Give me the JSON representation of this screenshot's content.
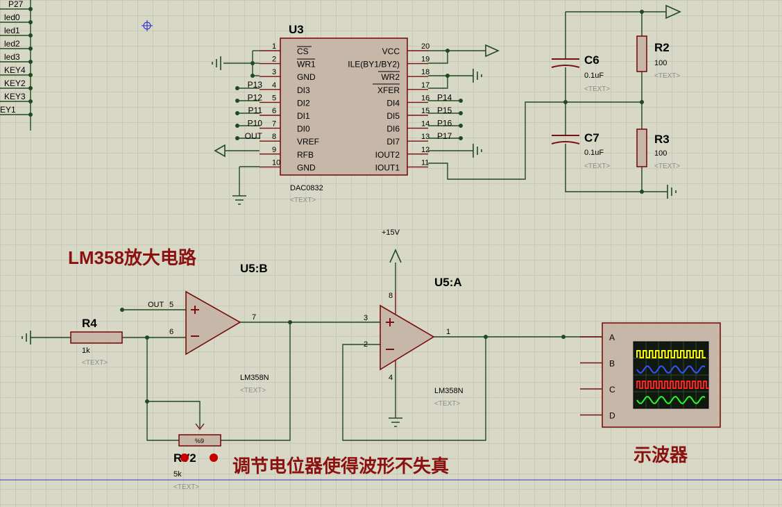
{
  "nets_left": [
    "P27",
    "led0",
    "led1",
    "led2",
    "led3",
    "KEY4",
    "KEY2",
    "KEY3",
    "EY1"
  ],
  "dac": {
    "ref": "U3",
    "part": "DAC0832",
    "text": "<TEXT>",
    "left_pins": [
      {
        "num": "1",
        "name": "CS"
      },
      {
        "num": "2",
        "name": "WR1"
      },
      {
        "num": "3",
        "name": "GND"
      },
      {
        "num": "4",
        "name": "DI3",
        "net": "P13"
      },
      {
        "num": "5",
        "name": "DI2",
        "net": "P12"
      },
      {
        "num": "6",
        "name": "DI1",
        "net": "P11"
      },
      {
        "num": "7",
        "name": "DI0",
        "net": "P10"
      },
      {
        "num": "8",
        "name": "VREF",
        "net": "OUT"
      },
      {
        "num": "9",
        "name": "RFB"
      },
      {
        "num": "10",
        "name": "GND"
      }
    ],
    "right_pins": [
      {
        "num": "20",
        "name": "VCC"
      },
      {
        "num": "19",
        "name": "ILE(BY1/BY2)"
      },
      {
        "num": "18",
        "name": "WR2"
      },
      {
        "num": "17",
        "name": "XFER"
      },
      {
        "num": "16",
        "name": "DI4",
        "net": "P14"
      },
      {
        "num": "15",
        "name": "DI5",
        "net": "P15"
      },
      {
        "num": "14",
        "name": "DI6",
        "net": "P16"
      },
      {
        "num": "13",
        "name": "DI7",
        "net": "P17"
      },
      {
        "num": "12",
        "name": "IOUT2"
      },
      {
        "num": "11",
        "name": "IOUT1"
      }
    ]
  },
  "filter": {
    "c6": {
      "ref": "C6",
      "value": "0.1uF",
      "text": "<TEXT>"
    },
    "c7": {
      "ref": "C7",
      "value": "0.1uF",
      "text": "<TEXT>"
    },
    "r2": {
      "ref": "R2",
      "value": "100",
      "text": "<TEXT>"
    },
    "r3": {
      "ref": "R3",
      "value": "100",
      "text": "<TEXT>"
    }
  },
  "amp": {
    "title": "LM358放大电路",
    "u5b": {
      "ref": "U5:B",
      "part": "LM358N",
      "text": "<TEXT>",
      "pin_plus": "5",
      "pin_minus": "6",
      "pin_out": "7",
      "net_in": "OUT"
    },
    "u5a": {
      "ref": "U5:A",
      "part": "LM358N",
      "text": "<TEXT>",
      "pin_plus": "3",
      "pin_minus": "2",
      "pin_out": "1",
      "pin_vcc": "8",
      "pin_gnd": "4"
    },
    "supply": "+15V",
    "r4": {
      "ref": "R4",
      "value": "1k",
      "text": "<TEXT>"
    },
    "rv2": {
      "ref": "RV2",
      "value": "5k",
      "text": "<TEXT>",
      "percent": "%9"
    },
    "note": "调节电位器使得波形不失真"
  },
  "scope": {
    "label": "示波器",
    "channels": [
      "A",
      "B",
      "C",
      "D"
    ],
    "trace_colors": [
      "#ffff00",
      "#3355ff",
      "#ff2020",
      "#20ff20"
    ]
  },
  "colors": {
    "wire": "#1f4a1f",
    "component": "#7a0e0e",
    "fill": "#c7b7a8",
    "note": "#8b1010"
  }
}
